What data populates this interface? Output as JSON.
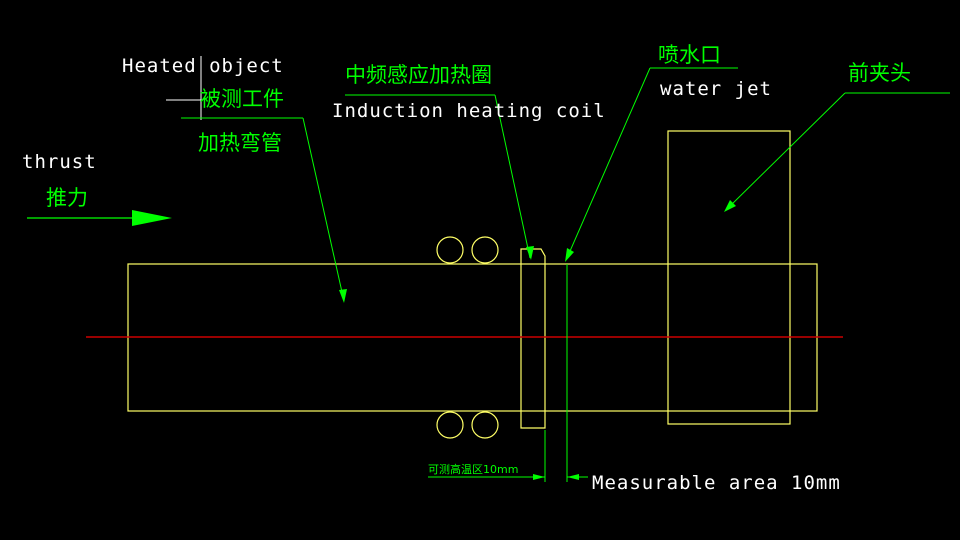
{
  "labels": {
    "heated_object_en": "Heated object",
    "heated_object_cn1": "被测工件",
    "heated_object_cn2": "加热弯管",
    "coil_cn": "中频感应加热圈",
    "coil_en": "Induction heating coil",
    "jet_cn": "喷水口",
    "jet_en": "water jet",
    "clamp_cn": "前夹头",
    "thrust_en": "thrust",
    "thrust_cn": "推力",
    "measurable_cn": "可测高温区10mm",
    "measurable_en": "Measurable area 10mm"
  },
  "colors": {
    "background": "#000000",
    "outline": "#ffff66",
    "leader": "#00ff00",
    "axis": "#cc0000",
    "text": "#ffffff"
  }
}
